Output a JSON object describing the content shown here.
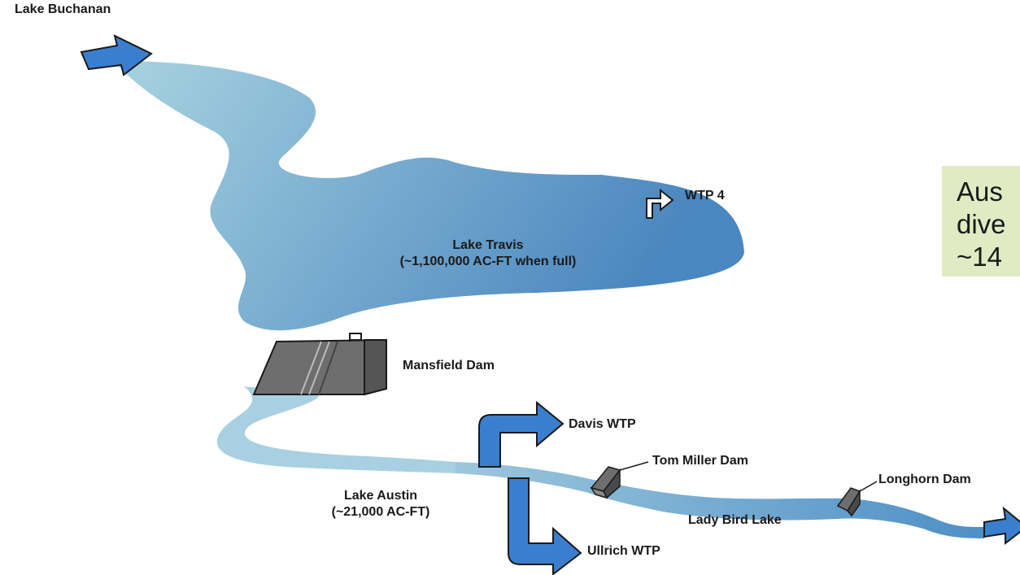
{
  "title": "",
  "labels": {
    "lake_buchanan": "Lake Buchanan",
    "wtp4": "WTP 4",
    "lake_travis_name": "Lake Travis",
    "lake_travis_volume": "(~1,100,000 AC-FT when full)",
    "mansfield_dam": "Mansfield Dam",
    "davis_wtp": "Davis WTP",
    "tom_miller_dam": "Tom Miller Dam",
    "longhorn_dam": "Longhorn Dam",
    "lake_austin_name": "Lake Austin",
    "lake_austin_volume": "(~21,000 AC-FT)",
    "lady_bird_lake": "Lady Bird Lake",
    "ullrich_wtp": "Ullrich WTP"
  },
  "note": {
    "line1": "Aus",
    "line2": "dive",
    "line3": "~14"
  },
  "colors": {
    "water_light": "#a8d3e0",
    "water_dark": "#4a86bf",
    "arrow_fill": "#3a7fcf",
    "dam_fill": "#6e6e6e",
    "note_bg": "#e0ebc3"
  }
}
